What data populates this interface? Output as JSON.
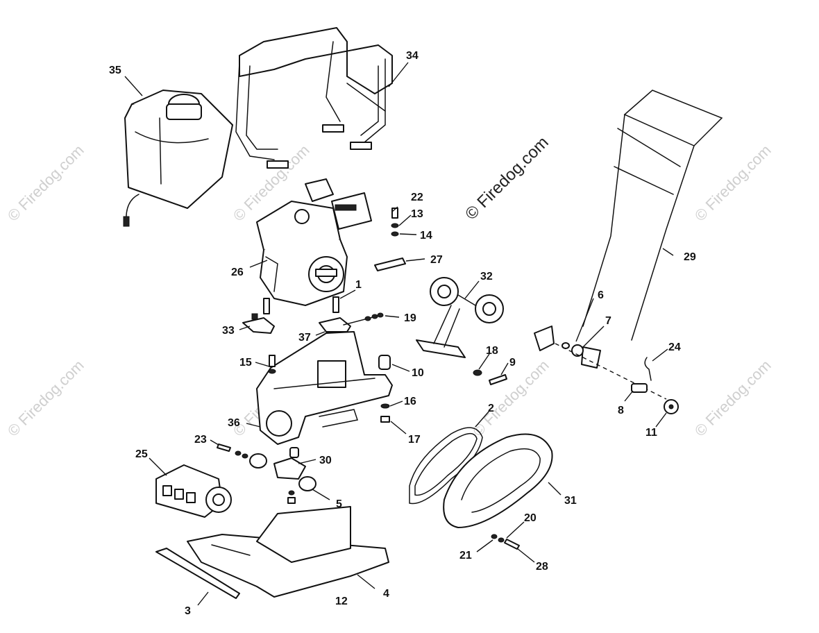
{
  "watermark": {
    "main": "© Firedog.com",
    "faint": "© Firedog.com"
  },
  "callouts": {
    "c1": "1",
    "c2": "2",
    "c3": "3",
    "c4": "4",
    "c5": "5",
    "c6": "6",
    "c7": "7",
    "c8": "8",
    "c9": "9",
    "c10": "10",
    "c11": "11",
    "c12": "12",
    "c13": "13",
    "c14": "14",
    "c15": "15",
    "c16": "16",
    "c17": "17",
    "c18": "18",
    "c19": "19",
    "c20": "20",
    "c21": "21",
    "c22": "22",
    "c23": "23",
    "c24": "24",
    "c25": "25",
    "c26": "26",
    "c27": "27",
    "c28": "28",
    "c29": "29",
    "c30": "30",
    "c31": "31",
    "c32": "32",
    "c33": "33",
    "c34": "34",
    "c35": "35",
    "c36": "36",
    "c37": "37"
  }
}
